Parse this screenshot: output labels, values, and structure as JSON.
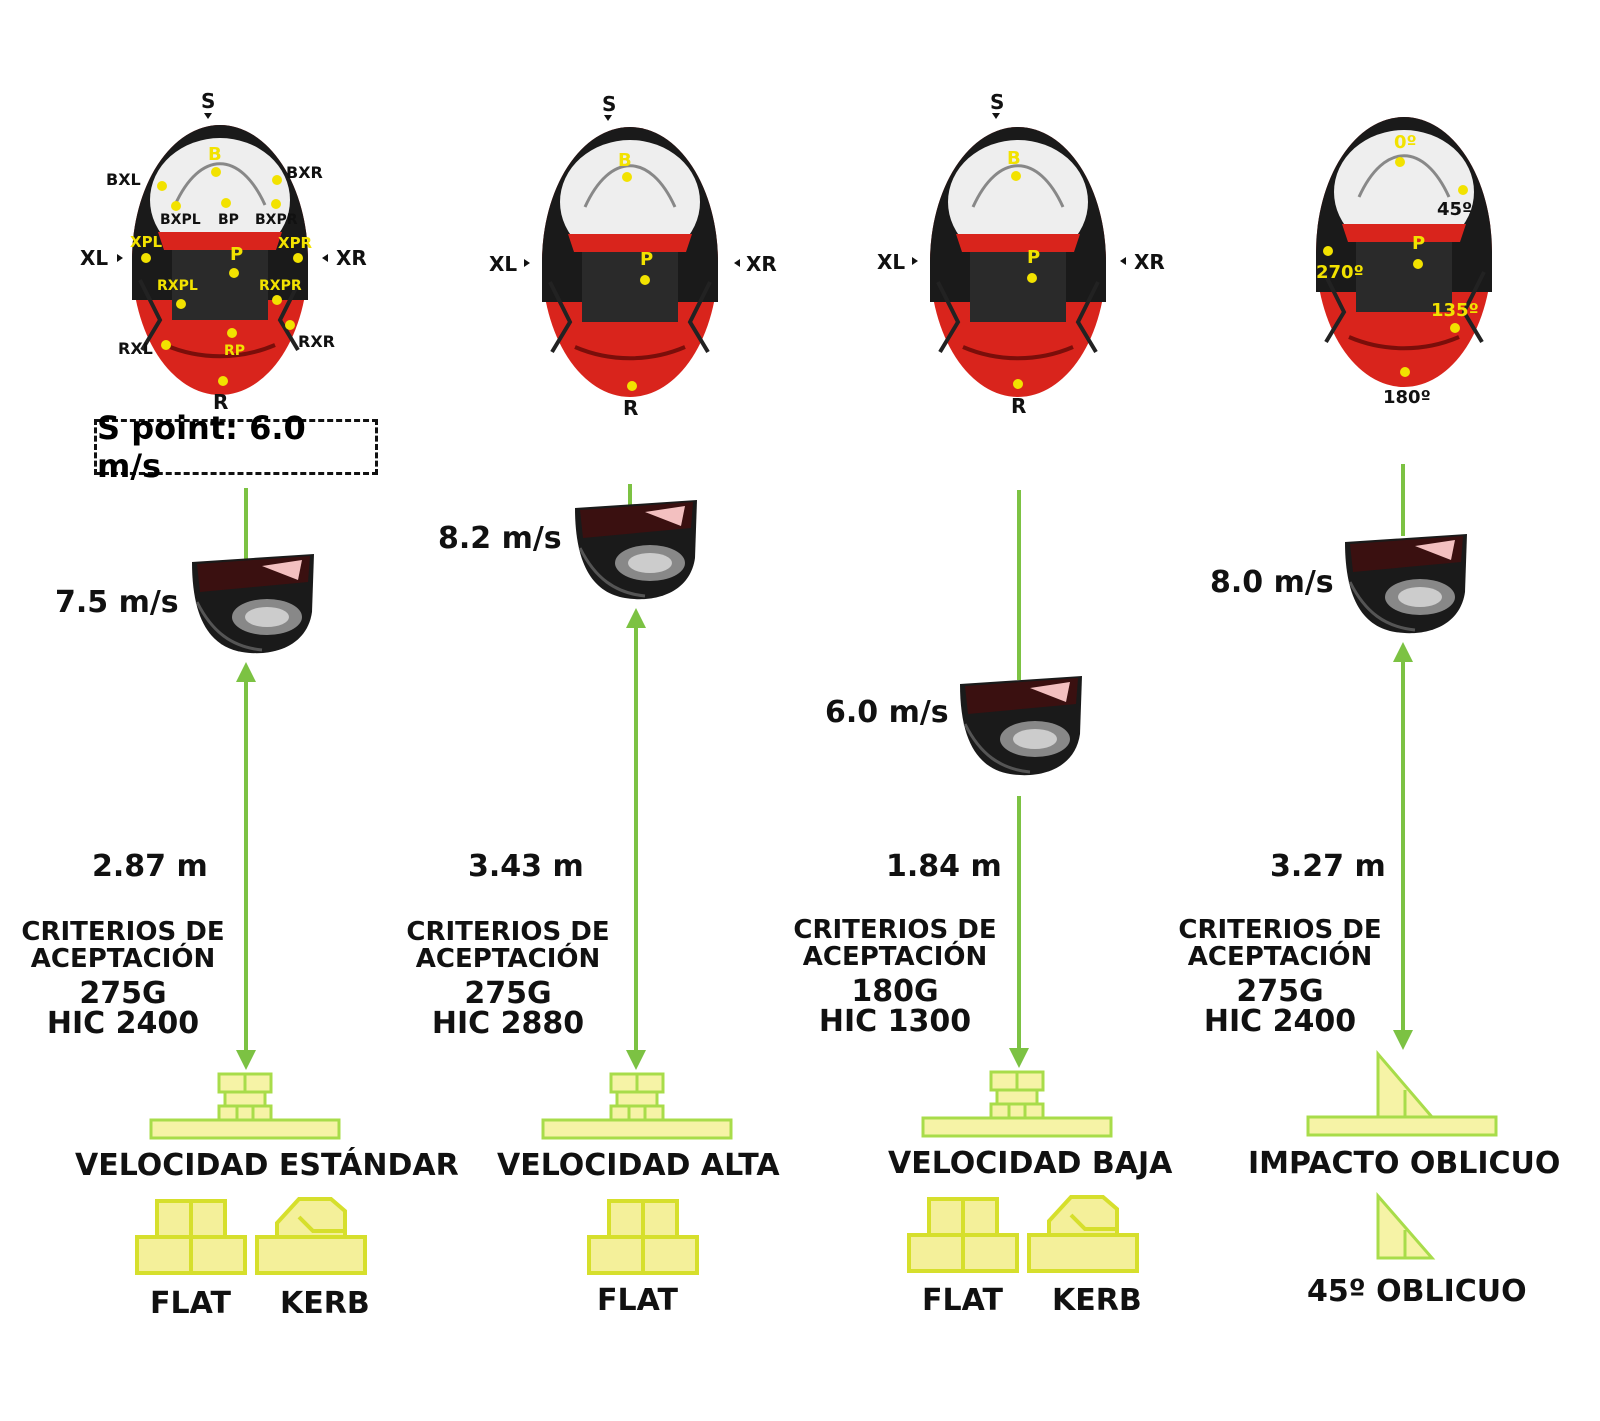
{
  "columns": [
    {
      "points": {
        "S": "S",
        "B": "B",
        "BXL": "BXL",
        "BXR": "BXR",
        "BXPL": "BXPL",
        "BP": "BP",
        "BXPR": "BXPR",
        "XL": "XL",
        "XR": "XR",
        "XPL": "XPL",
        "XPR": "XPR",
        "P": "P",
        "RXPL": "RXPL",
        "RXPR": "RXPR",
        "RXL": "RXL",
        "RXR": "RXR",
        "RP": "RP",
        "R": "R"
      },
      "s_point_note": "S point: 6.0 m/s",
      "speed": "7.5 m/s",
      "height": "2.87 m",
      "criteria_line1": "CRITERIOS DE",
      "criteria_line2": "ACEPTACIÓN",
      "criteria_g": "275G",
      "criteria_hic": "HIC 2400",
      "title": "VELOCIDAD ESTÁNDAR",
      "anvils": [
        "FLAT",
        "KERB"
      ]
    },
    {
      "points": {
        "S": "S",
        "B": "B",
        "XL": "XL",
        "XR": "XR",
        "P": "P",
        "R": "R"
      },
      "speed": "8.2 m/s",
      "height": "3.43 m",
      "criteria_line1": "CRITERIOS DE",
      "criteria_line2": "ACEPTACIÓN",
      "criteria_g": "275G",
      "criteria_hic": "HIC 2880",
      "title": "VELOCIDAD ALTA",
      "anvils": [
        "FLAT"
      ]
    },
    {
      "points": {
        "S": "S",
        "B": "B",
        "XL": "XL",
        "XR": "XR",
        "P": "P",
        "R": "R"
      },
      "speed": "6.0 m/s",
      "height": "1.84 m",
      "criteria_line1": "CRITERIOS DE",
      "criteria_line2": "ACEPTACIÓN",
      "criteria_g": "180G",
      "criteria_hic": "HIC 1300",
      "title": "VELOCIDAD BAJA",
      "anvils": [
        "FLAT",
        "KERB"
      ]
    },
    {
      "points": {
        "a0": "0º",
        "a45": "45º",
        "a270": "270º",
        "P": "P",
        "a135": "135º",
        "a180": "180º"
      },
      "speed": "8.0 m/s",
      "height": "3.27 m",
      "criteria_line1": "CRITERIOS DE",
      "criteria_line2": "ACEPTACIÓN",
      "criteria_g": "275G",
      "criteria_hic": "HIC 2400",
      "title": "IMPACTO OBLICUO",
      "anvils": [
        "45º OBLICUO"
      ]
    }
  ],
  "colors": {
    "arrow_green": "#7cc243",
    "anvil_fill": "#f6f3a6",
    "anvil_stroke": "#a8dc4a",
    "anvil_yellow_fill": "#f4f09a",
    "anvil_yellow_stroke": "#d6df2c",
    "helmet_red": "#d9241c",
    "helmet_black": "#1a1a1a",
    "point_yellow": "#f2e200"
  }
}
